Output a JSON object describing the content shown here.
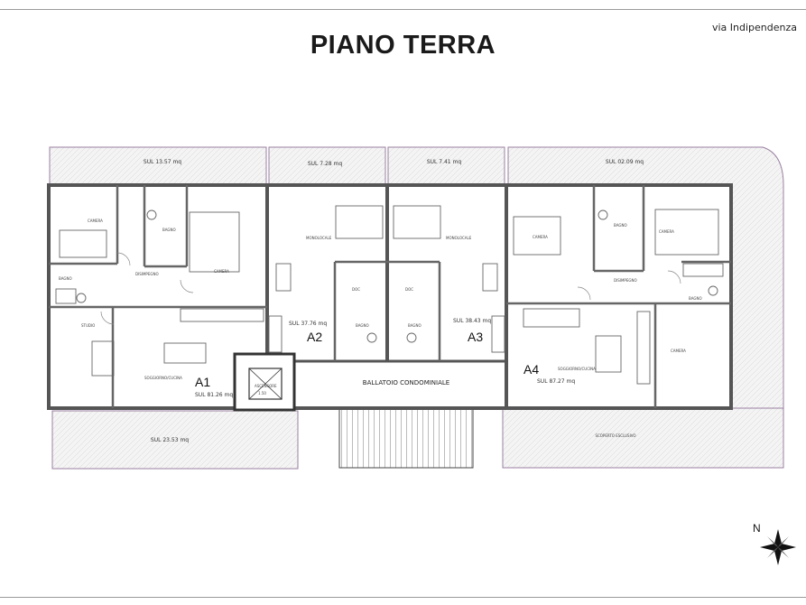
{
  "header": {
    "street": "via Indipendenza",
    "title": "PIANO TERRA"
  },
  "terraces": {
    "top_a1": "SUL 13.57 mq",
    "top_a2": "SUL 7.28 mq",
    "top_a3": "SUL 7.41 mq",
    "top_a4": "SUL 02.09 mq",
    "bottom_a1": "SUL 23.53 mq",
    "bottom_right": "SCOPERTO ESCLUSIVO"
  },
  "units": {
    "a1": {
      "code": "A1",
      "sul": "SUL 81.26 mq"
    },
    "a2": {
      "code": "A2",
      "sul": "SUL 37.76 mq"
    },
    "a3": {
      "code": "A3",
      "sul": "SUL 38.43 mq"
    },
    "a4": {
      "code": "A4",
      "sul": "SUL 87.27 mq"
    }
  },
  "rooms": {
    "camera": "CAMERA",
    "bagno": "BAGNO",
    "disimpegno": "DISIMPEGNO",
    "studio": "STUDIO",
    "soggiorno": "SOGGIORNO/CUCINA",
    "monolocale": "MONOLOCALE",
    "doc": "DOC",
    "ascensore": "ASCENSORE",
    "scala": "1.50",
    "ballatoio": "BALLATOIO CONDOMINIALE"
  },
  "compass": {
    "north": "N"
  }
}
